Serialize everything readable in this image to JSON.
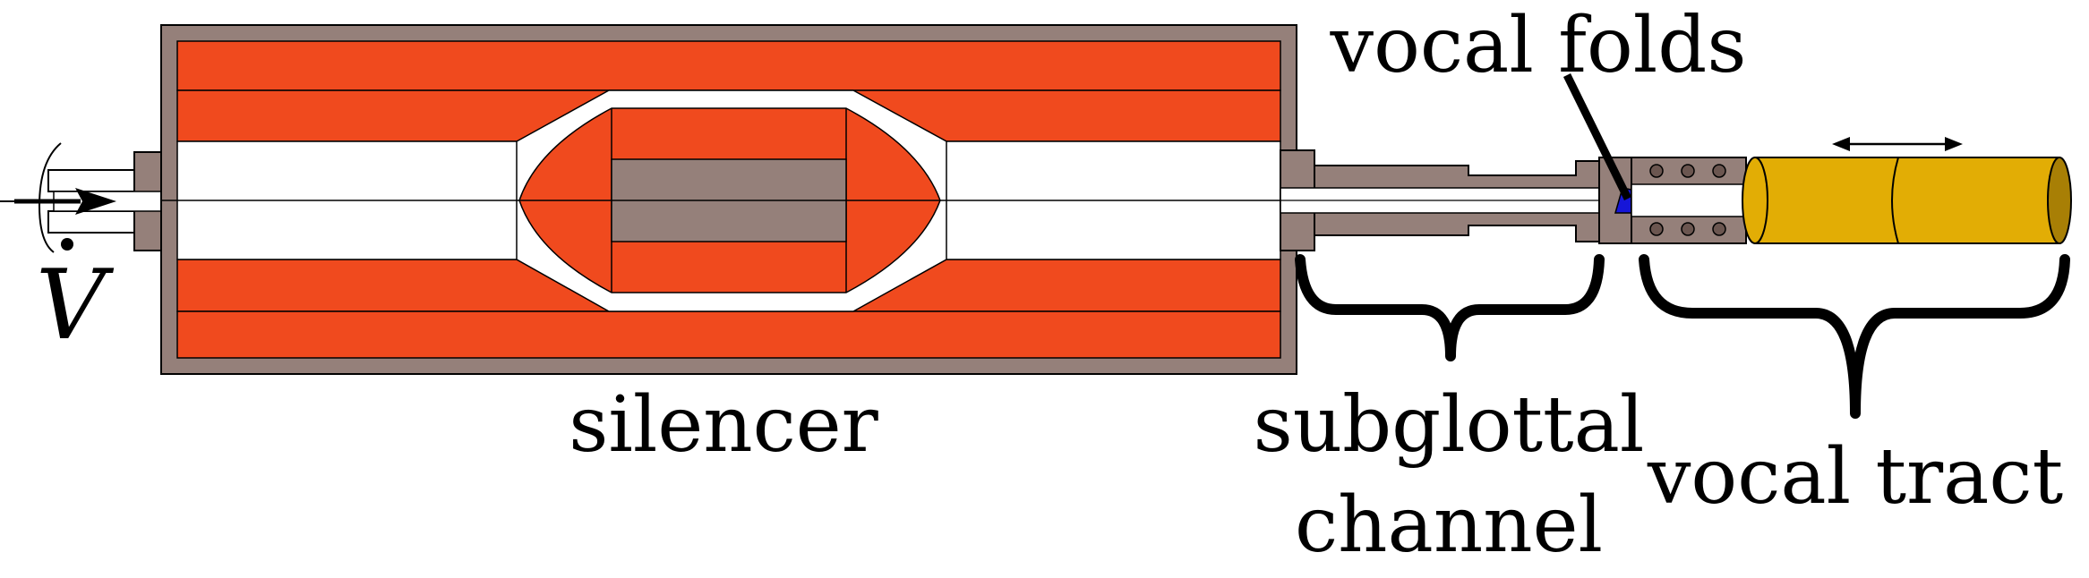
{
  "labels": {
    "flow_symbol": "V",
    "silencer": "silencer",
    "subglottal_line1": "subglottal",
    "subglottal_line2": "channel",
    "vocal_folds": "vocal folds",
    "vocal_tract": "vocal tract"
  },
  "colors": {
    "housing": "#95807a",
    "damping_material": "#f04a1e",
    "vocal_tract_tube": "#e2ad05",
    "tube_end": "#a87f05",
    "vocal_folds": "#1616d8",
    "outline": "#000000"
  }
}
